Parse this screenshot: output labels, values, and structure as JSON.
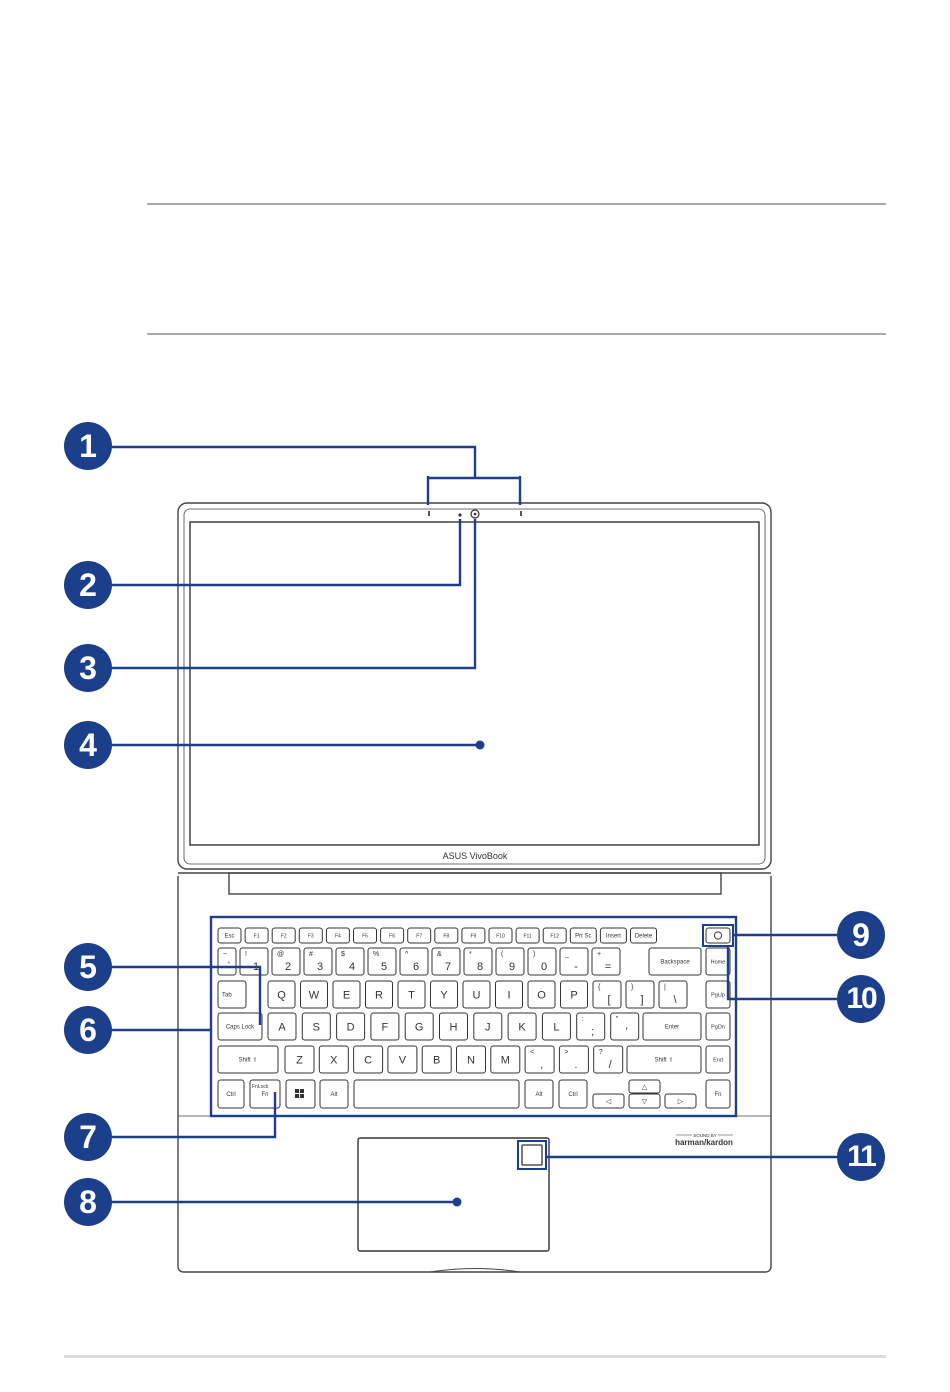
{
  "callouts": [
    "1",
    "2",
    "3",
    "4",
    "5",
    "6",
    "7",
    "8",
    "9",
    "10",
    "11"
  ],
  "brand_screen": "ASUS VivoBook",
  "brand_audio_top": "SOUND BY",
  "brand_audio": "harman/kardon",
  "keyboard": {
    "row_f": [
      "Esc",
      "F1",
      "F2",
      "F3",
      "F4",
      "F5",
      "F6",
      "F7",
      "F8",
      "F9",
      "F10",
      "F11",
      "F12",
      "Prt Sc",
      "Insert",
      "Delete"
    ],
    "row_num": [
      {
        "top": "~",
        "bot": "`"
      },
      {
        "top": "!",
        "bot": "1"
      },
      {
        "top": "@",
        "bot": "2"
      },
      {
        "top": "#",
        "bot": "3"
      },
      {
        "top": "$",
        "bot": "4"
      },
      {
        "top": "%",
        "bot": "5"
      },
      {
        "top": "^",
        "bot": "6"
      },
      {
        "top": "&",
        "bot": "7"
      },
      {
        "top": "*",
        "bot": "8"
      },
      {
        "top": "(",
        "bot": "9"
      },
      {
        "top": ")",
        "bot": "0"
      },
      {
        "top": "_",
        "bot": "-"
      },
      {
        "top": "+",
        "bot": "="
      }
    ],
    "backspace": "Backspace",
    "home": "Home",
    "tab": "Tab",
    "row_q": [
      "Q",
      "W",
      "E",
      "R",
      "T",
      "Y",
      "U",
      "I",
      "O",
      "P"
    ],
    "row_q_sym": [
      {
        "top": "{",
        "bot": "["
      },
      {
        "top": "}",
        "bot": "]"
      },
      {
        "top": "|",
        "bot": "\\"
      }
    ],
    "pgup": "PgUp",
    "caps": "Caps Lock",
    "row_a": [
      "A",
      "S",
      "D",
      "F",
      "G",
      "H",
      "J",
      "K",
      "L"
    ],
    "row_a_sym": [
      {
        "top": ":",
        "bot": ";"
      },
      {
        "top": "\"",
        "bot": "'"
      }
    ],
    "enter": "Enter",
    "pgdn": "PgDn",
    "shift_l": "Shift ⇧",
    "row_z": [
      "Z",
      "X",
      "C",
      "V",
      "B",
      "N",
      "M"
    ],
    "row_z_sym": [
      {
        "top": "<",
        "bot": ","
      },
      {
        "top": ">",
        "bot": "."
      },
      {
        "top": "?",
        "bot": "/"
      }
    ],
    "shift_r": "Shift ⇧",
    "end": "End",
    "ctrl": "Ctrl",
    "fn": "Fn",
    "fnlock": "FnLock",
    "alt": "Alt",
    "alt_r": "Alt",
    "ctrl_r": "Ctrl",
    "fn_r": "Fn"
  },
  "icons": [
    "power-icon",
    "windows-icon",
    "fingerprint-sensor-icon",
    "webcam-icon",
    "arrow-up-icon",
    "arrow-down-icon",
    "arrow-left-icon",
    "arrow-right-icon"
  ]
}
